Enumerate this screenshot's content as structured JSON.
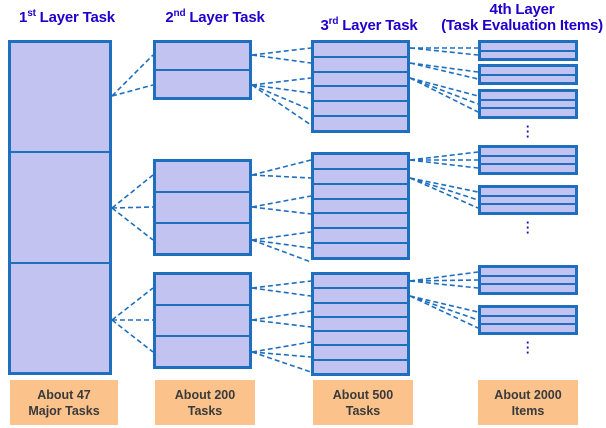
{
  "diagram": {
    "title_colors": {
      "header_text": "#2200CC",
      "box_border": "#1F6FBF",
      "box_fill": "#C3C3F2",
      "legend_fill": "#FBC28C",
      "legend_text": "#3A3A3A",
      "background": "#FFFFFF"
    },
    "headers": [
      {
        "id": "h1",
        "prefix": "1",
        "sup": "st",
        "rest": " Layer Task",
        "line2": ""
      },
      {
        "id": "h2",
        "prefix": "2",
        "sup": "nd",
        "rest": " Layer Task",
        "line2": ""
      },
      {
        "id": "h3",
        "prefix": "3",
        "sup": "rd",
        "rest": " Layer Task",
        "line2": ""
      },
      {
        "id": "h4",
        "prefix": "4th Layer",
        "sup": "",
        "rest": "",
        "line2": "(Task Evaluation Items)"
      }
    ],
    "legends": [
      {
        "id": "l1",
        "line1": "About 47",
        "line2": "Major Tasks"
      },
      {
        "id": "l2",
        "line1": "About 200",
        "line2": "Tasks"
      },
      {
        "id": "l3",
        "line1": "About 500",
        "line2": "Tasks"
      },
      {
        "id": "l4",
        "line1": "About 2000",
        "line2": "Items"
      }
    ],
    "columns": [
      {
        "id": "col1",
        "label": "1st Layer Task",
        "groups": [
          {
            "rows": 3
          }
        ]
      },
      {
        "id": "col2",
        "label": "2nd Layer Task",
        "groups": [
          {
            "rows": 2
          },
          {
            "rows": 3
          },
          {
            "rows": 3
          }
        ]
      },
      {
        "id": "col3",
        "label": "3rd Layer Task",
        "groups": [
          {
            "rows": 6
          },
          {
            "rows": 7
          },
          {
            "rows": 7
          }
        ]
      },
      {
        "id": "col4",
        "label": "4th Layer",
        "groups": [
          {
            "items": [
              {
                "rows": 2
              },
              {
                "rows": 2
              },
              {
                "rows": 3
              }
            ],
            "ellipsis": true
          },
          {
            "items": [
              {
                "rows": 3
              },
              {
                "rows": 3
              }
            ],
            "ellipsis": true
          },
          {
            "items": [
              {
                "rows": 3
              },
              {
                "rows": 3
              }
            ],
            "ellipsis": true
          }
        ]
      }
    ],
    "ellipsis_glyph": "·"
  }
}
